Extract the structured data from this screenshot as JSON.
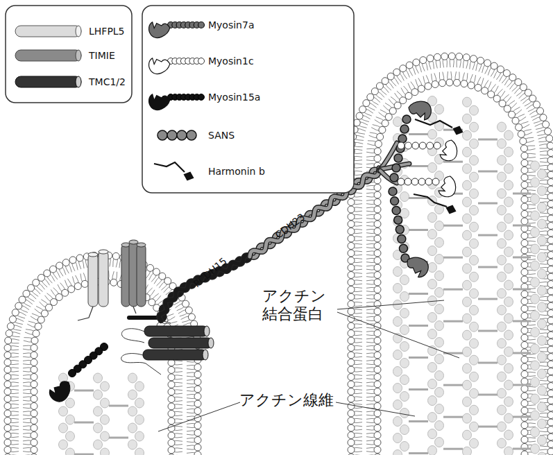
{
  "diagram": {
    "labels": [
      "CDH23",
      "PCDH15",
      "アクチン 結合蛋白",
      "アクチン線維"
    ],
    "legend": [
      {
        "text": "LHFPL5"
      },
      {
        "text": "TIMIE"
      },
      {
        "text": "TMC1/2"
      },
      {
        "text": "Myosin7a"
      },
      {
        "text": "Myosin1c"
      },
      {
        "text": "Myosin15a"
      },
      {
        "text": "SANS"
      },
      {
        "text": "Harmonin b"
      }
    ]
  }
}
